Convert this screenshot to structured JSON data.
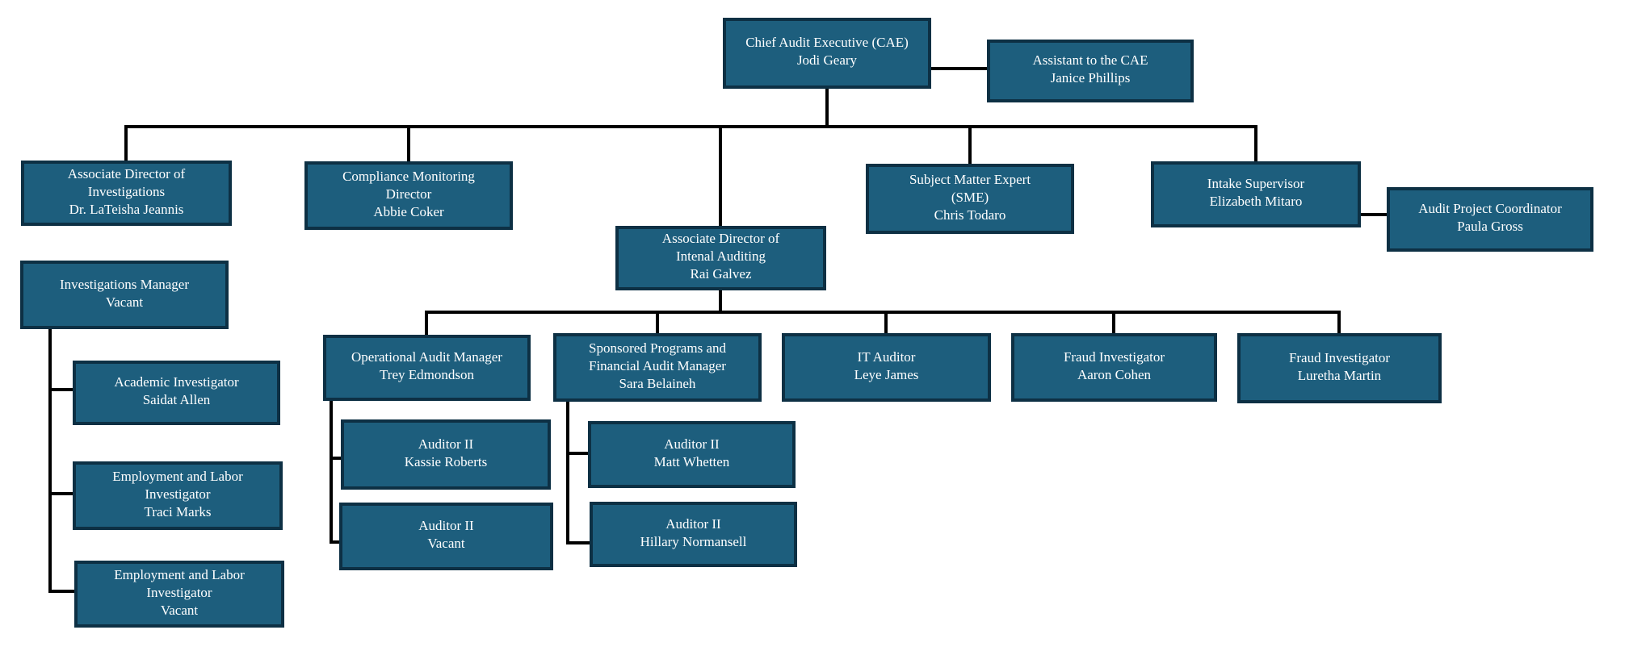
{
  "diagram": {
    "type": "org-chart",
    "colors": {
      "background": "#ffffff",
      "node_fill": "#1d5e7d",
      "node_border": "#0d3044",
      "node_text": "#ffffff",
      "connector": "#000000"
    },
    "nodes": {
      "cae": {
        "role": "Chief Audit Executive (CAE)",
        "person": "Jodi Geary",
        "reports_to": null
      },
      "assistant": {
        "role": "Assistant to the CAE",
        "person": "Janice Phillips",
        "reports_to": "cae"
      },
      "adi": {
        "role": "Associate Director of\nInvestigations",
        "person": "Dr. LaTeisha Jeannis",
        "reports_to": "cae"
      },
      "cmd": {
        "role": "Compliance Monitoring\nDirector",
        "person": "Abbie Coker",
        "reports_to": "cae"
      },
      "adia": {
        "role": "Associate Director of\nIntenal Auditing",
        "person": "Rai Galvez",
        "reports_to": "cae"
      },
      "sme": {
        "role": "Subject Matter Expert\n(SME)",
        "person": "Chris Todaro",
        "reports_to": "cae"
      },
      "intake": {
        "role": "Intake Supervisor",
        "person": "Elizabeth Mitaro",
        "reports_to": "cae"
      },
      "apc": {
        "role": "Audit Project Coordinator",
        "person": "Paula Gross",
        "reports_to": "intake"
      },
      "im": {
        "role": "Investigations Manager",
        "person": "Vacant",
        "reports_to": "adi"
      },
      "ai": {
        "role": "Academic Investigator",
        "person": "Saidat Allen",
        "reports_to": "im"
      },
      "eli1": {
        "role": "Employment and Labor\nInvestigator",
        "person": "Traci Marks",
        "reports_to": "im"
      },
      "eli2": {
        "role": "Employment and Labor\nInvestigator",
        "person": "Vacant",
        "reports_to": "im"
      },
      "oam": {
        "role": "Operational Audit Manager",
        "person": "Trey Edmondson",
        "reports_to": "adia"
      },
      "spfam": {
        "role": "Sponsored Programs and\nFinancial Audit Manager",
        "person": "Sara Belaineh",
        "reports_to": "adia"
      },
      "it": {
        "role": "IT Auditor",
        "person": "Leye James",
        "reports_to": "adia"
      },
      "fi1": {
        "role": "Fraud Investigator",
        "person": "Aaron Cohen",
        "reports_to": "adia"
      },
      "fi2": {
        "role": "Fraud Investigator",
        "person": "Luretha Martin",
        "reports_to": "adia"
      },
      "a2kr": {
        "role": "Auditor II",
        "person": "Kassie Roberts",
        "reports_to": "oam"
      },
      "a2v": {
        "role": "Auditor II",
        "person": "Vacant",
        "reports_to": "oam"
      },
      "a2mw": {
        "role": "Auditor II",
        "person": "Matt Whetten",
        "reports_to": "spfam"
      },
      "a2hn": {
        "role": "Auditor II",
        "person": "Hillary Normansell",
        "reports_to": "spfam"
      }
    }
  }
}
